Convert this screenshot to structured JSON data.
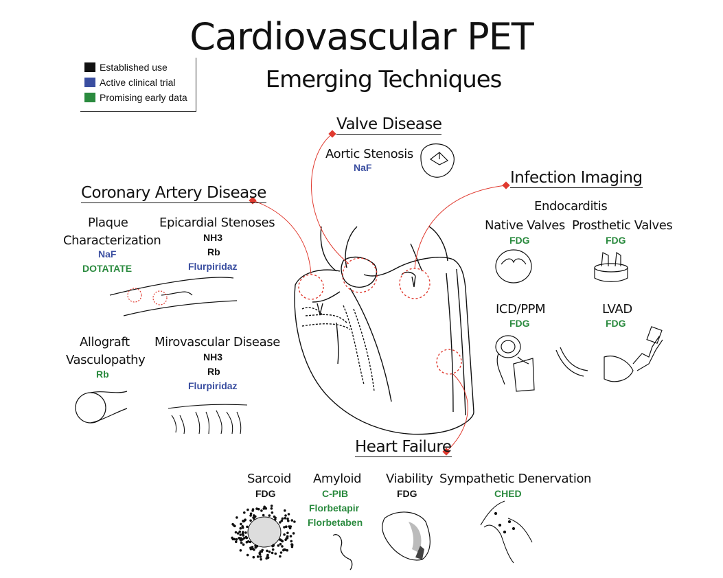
{
  "title": "Cardiovascular PET",
  "subtitle": "Emerging Techniques",
  "legend": [
    {
      "label": "Established use",
      "color": "#111111"
    },
    {
      "label": "Active clinical trial",
      "color": "#3a4ea0"
    },
    {
      "label": "Promising early data",
      "color": "#2a8a3e"
    }
  ],
  "sections": {
    "valve": {
      "title": "Valve Disease",
      "items": {
        "aortic": {
          "name": "Aortic Stenosis",
          "tracer": "NaF"
        }
      }
    },
    "cad": {
      "title": "Coronary Artery Disease",
      "plaque": {
        "name_1": "Plaque",
        "name_2": "Characterization",
        "tracer_1": "NaF",
        "tracer_2": "DOTATATE"
      },
      "epicardial": {
        "name": "Epicardial Stenoses",
        "tracer_1": "NH3",
        "tracer_2": "Rb",
        "tracer_3": "Flurpiridaz"
      },
      "allograft": {
        "name_1": "Allograft",
        "name_2": "Vasculopathy",
        "tracer": "Rb"
      },
      "micro": {
        "name": "Mirovascular Disease",
        "tracer_1": "NH3",
        "tracer_2": "Rb",
        "tracer_3": "Flurpiridaz"
      }
    },
    "infection": {
      "title": "Infection Imaging",
      "endocarditis": "Endocarditis",
      "native": {
        "name": "Native Valves",
        "tracer": "FDG"
      },
      "prosthetic": {
        "name": "Prosthetic Valves",
        "tracer": "FDG"
      },
      "icd": {
        "name": "ICD/PPM",
        "tracer": "FDG"
      },
      "lvad": {
        "name": "LVAD",
        "tracer": "FDG"
      }
    },
    "hf": {
      "title": "Heart Failure",
      "sarcoid": {
        "name": "Sarcoid",
        "tracer": "FDG"
      },
      "amyloid": {
        "name": "Amyloid",
        "tracer_1": "C-PIB",
        "tracer_2": "Florbetapir",
        "tracer_3": "Florbetaben"
      },
      "viability": {
        "name": "Viability",
        "tracer": "FDG"
      },
      "sympathetic": {
        "name": "Sympathetic Denervation",
        "tracer": "CHED"
      }
    }
  },
  "colors": {
    "connector": "#e03a2f",
    "established": "#111111",
    "trial": "#3a4ea0",
    "early": "#2a8a3e"
  },
  "icons": [
    "heart-illustration",
    "aortic-valve-icon",
    "native-valve-icon",
    "prosthetic-valve-icon",
    "icd-device-icon",
    "lvad-device-icon",
    "artery-plaque-icon",
    "vessel-cross-section-icon",
    "microvasculature-icon",
    "sarcoid-dots-icon",
    "amyloid-fibril-icon",
    "viability-ventricle-icon",
    "sympathetic-nerve-icon"
  ]
}
